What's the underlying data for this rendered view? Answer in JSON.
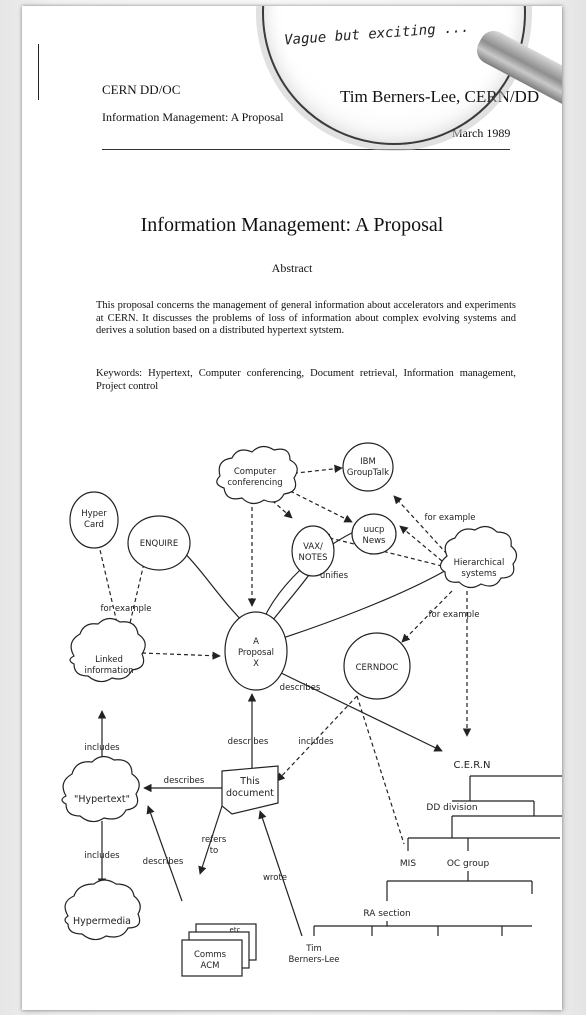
{
  "handwritten_note": "Vague but exciting ...",
  "header": {
    "left_line1": "CERN DD/OC",
    "left_line2": "Information Management: A Proposal",
    "right_line1": "Tim Berners-Lee, CERN/DD",
    "right_line2": "March 1989"
  },
  "title": "Information Management: A Proposal",
  "abstract_heading": "Abstract",
  "abstract_text": "This proposal concerns the management of general information about accelerators and experiments at CERN. It discusses the problems of loss of information about complex evolving systems and derives a solution based on a distributed hypertext sytstem.",
  "keywords_text": "Keywords: Hypertext, Computer conferencing, Document retrieval, Information management, Project control",
  "diagram": {
    "nodes": {
      "hypercard_1": "Hyper",
      "hypercard_2": "Card",
      "enquire": "ENQUIRE",
      "computer_conf_1": "Computer",
      "computer_conf_2": "conferencing",
      "ibm_1": "IBM",
      "ibm_2": "GroupTalk",
      "uucp_1": "uucp",
      "uucp_2": "News",
      "vax_1": "VAX/",
      "vax_2": "NOTES",
      "hier_1": "Hierarchical",
      "hier_2": "systems",
      "linked_1": "Linked",
      "linked_2": "information",
      "proposal_1": "A",
      "proposal_2": "Proposal",
      "proposal_3": "X",
      "cerndoc": "CERNDOC",
      "hypertext": "\"Hypertext\"",
      "this_doc_1": "This",
      "this_doc_2": "document",
      "hypermedia": "Hypermedia",
      "cern": "C.E.R.N",
      "dd_division": "DD division",
      "mis": "MIS",
      "oc_group": "OC group",
      "ra_section": "RA section",
      "tim_1": "Tim",
      "tim_2": "Berners-Lee",
      "stack_top": "etc",
      "comms_1": "Comms",
      "comms_2": "ACM"
    },
    "edges": {
      "for_example_left": "for example",
      "for_example_top": "for example",
      "for_example_right": "for example",
      "unifies": "unifies",
      "describes_proposal": "describes",
      "describes_doc": "describes",
      "describes_hypertext": "describes",
      "describes_left": "describes",
      "includes_cerndoc": "includes",
      "includes_linked": "includes",
      "includes_hypermedia": "includes",
      "refers_1": "refers",
      "refers_2": "to",
      "wrote": "wrote"
    }
  }
}
